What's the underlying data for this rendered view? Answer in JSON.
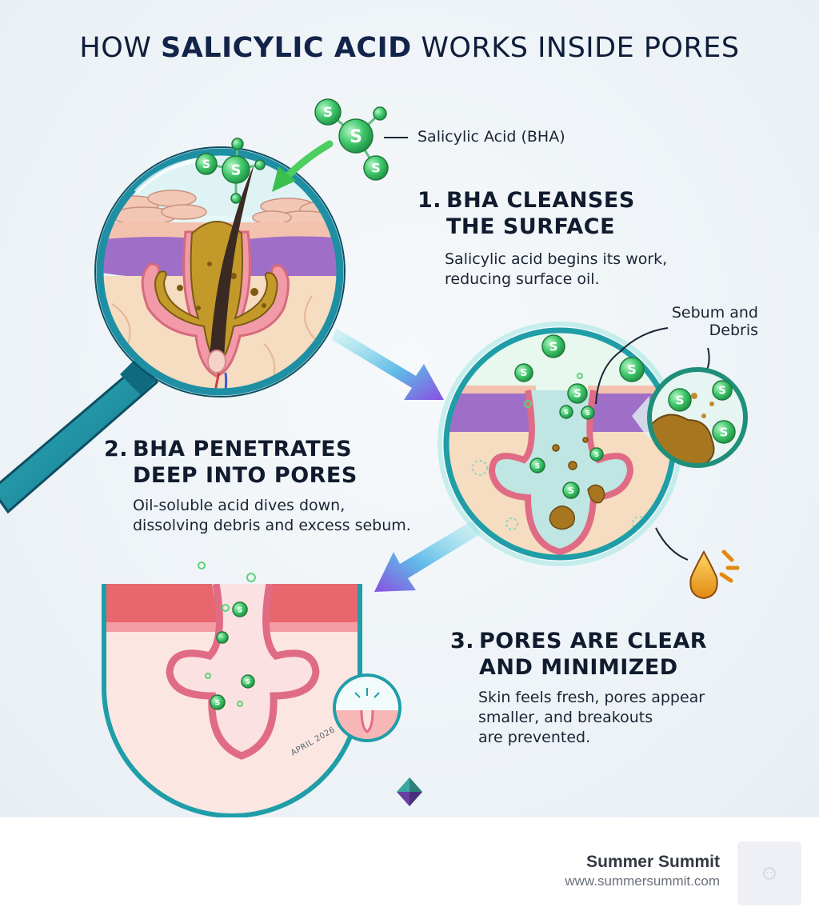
{
  "title": {
    "prefix": "HOW ",
    "highlight": "SALICYLIC ACID",
    "suffix": " WORKS INSIDE PORES"
  },
  "labels": {
    "molecule": "Salicylic Acid (BHA)",
    "sebum_line1": "Sebum and",
    "sebum_line2": "Debris",
    "molecule_letter": "S"
  },
  "steps": [
    {
      "number": "1.",
      "heading_line1": "BHA CLEANSES",
      "heading_line2": "THE SURFACE",
      "text_lines": [
        "Salicylic acid begins its work,",
        "reducing surface oil."
      ]
    },
    {
      "number": "2.",
      "heading_line1": "BHA PENETRATES",
      "heading_line2": "DEEP INTO PORES",
      "text_lines": [
        "Oil-soluble acid dives down,",
        "dissolving debris and excess sebum."
      ]
    },
    {
      "number": "3.",
      "heading_line1": "PORES ARE CLEAR",
      "heading_line2": "AND MINIMIZED",
      "text_lines": [
        "Skin feels fresh, pores appear",
        "smaller, and breakouts",
        "are prevented."
      ]
    }
  ],
  "date_stamp": "APRIL 2026",
  "footer": {
    "brand_name": "Summer Summit",
    "brand_url": "www.summersummit.com"
  },
  "colors": {
    "molecule": "#3fc76a",
    "teal_ring": "#1f9ea8",
    "arrow": "#7a4fd6",
    "sebum": "#b98a1f",
    "skin_pink": "#f2a3ad"
  },
  "icons": {
    "molecule": "molecule-icon",
    "droplet": "oil-droplet-icon",
    "logo": "diamond-logo-icon",
    "footer_logo": "face-icon"
  }
}
